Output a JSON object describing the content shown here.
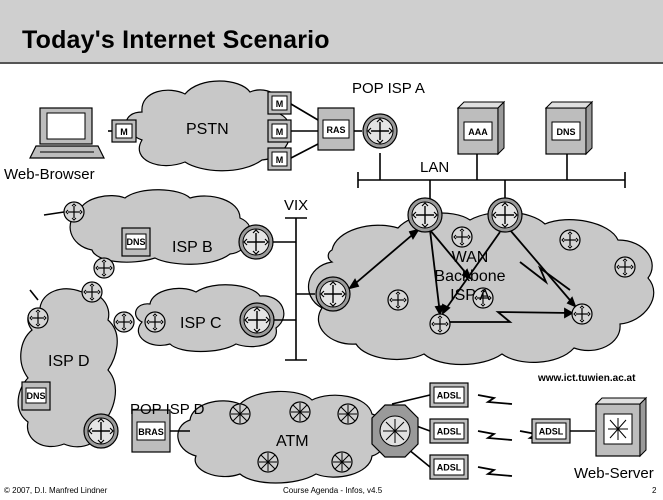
{
  "slide": {
    "title": "Today's Internet Scenario",
    "url": "www.ict.tuwien.ac.at",
    "footer": {
      "left": "© 2007, D.I. Manfred Lindner",
      "center": "Course Agenda - Infos, v4.5",
      "right": "2"
    }
  },
  "labels": {
    "pop_isp_a": "POP ISP A",
    "pstn": "PSTN",
    "web_browser": "Web-Browser",
    "lan": "LAN",
    "vix": "VIX",
    "isp_b": "ISP B",
    "isp_c": "ISP C",
    "isp_d": "ISP D",
    "wan_line1": "WAN",
    "wan_line2": "Backbone",
    "wan_line3": "ISP A",
    "pop_isp_d": "POP ISP D",
    "atm": "ATM",
    "web_server": "Web-Server"
  },
  "boxes": {
    "modem": "M",
    "ras": "RAS",
    "aaa": "AAA",
    "dns": "DNS",
    "bras": "BRAS",
    "adsl": "ADSL"
  },
  "colors": {
    "cloud": "#c8c8c8",
    "device": "#bdbdbd",
    "header": "#cfcfcf"
  }
}
